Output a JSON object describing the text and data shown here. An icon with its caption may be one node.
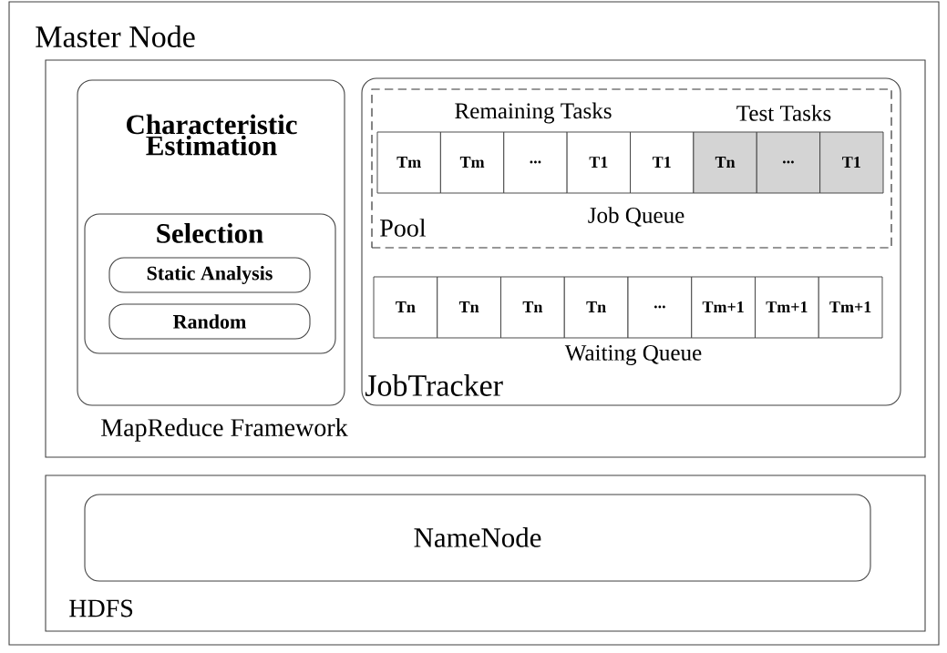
{
  "diagram": {
    "nodes": [
      {
        "text": [
          "Master Node"
        ]
      },
      {
        "text": [
          "MapReduce Framework"
        ],
        "in": 0
      },
      {
        "text": [
          "Characteristic Estimation"
        ],
        "in": 1
      },
      {
        "text": [
          "Selection"
        ],
        "in": 2
      },
      {
        "text": [
          "Static Analysis"
        ],
        "in": 3
      },
      {
        "text": [
          "Random"
        ],
        "in": 3
      },
      {
        "text": [
          "Waiting Queue",
          "JobTracker"
        ],
        "in": 1
      },
      {
        "text": [
          "Remaining Tasks",
          "Test Tasks",
          "Job Queue",
          "Pool"
        ],
        "in": 6
      },
      {
        "text": [
          "Tm"
        ],
        "in": 7
      },
      {
        "text": [
          "Tm"
        ],
        "in": 7
      },
      {
        "text": [
          "..."
        ],
        "in": 7
      },
      {
        "text": [
          "T1"
        ],
        "in": 7
      },
      {
        "text": [
          "T1"
        ],
        "in": 7
      },
      {
        "text": [
          "Tn"
        ],
        "in": 7
      },
      {
        "text": [
          "..."
        ],
        "in": 7
      },
      {
        "text": [
          "T1"
        ],
        "in": 7
      },
      {
        "text": [
          "Tn"
        ],
        "in": 6
      },
      {
        "text": [
          "Tn"
        ],
        "in": 6
      },
      {
        "text": [
          "Tn"
        ],
        "in": 6
      },
      {
        "text": [
          "Tn"
        ],
        "in": 6
      },
      {
        "text": [
          "..."
        ],
        "in": 6
      },
      {
        "text": [
          "Tm+1"
        ],
        "in": 6
      },
      {
        "text": [
          "Tm+1"
        ],
        "in": 6
      },
      {
        "text": [
          "Tm+1"
        ],
        "in": 6
      },
      {
        "text": [
          "HDFS"
        ],
        "in": 0
      },
      {
        "text": [
          "NameNode"
        ],
        "in": 24
      }
    ]
  }
}
